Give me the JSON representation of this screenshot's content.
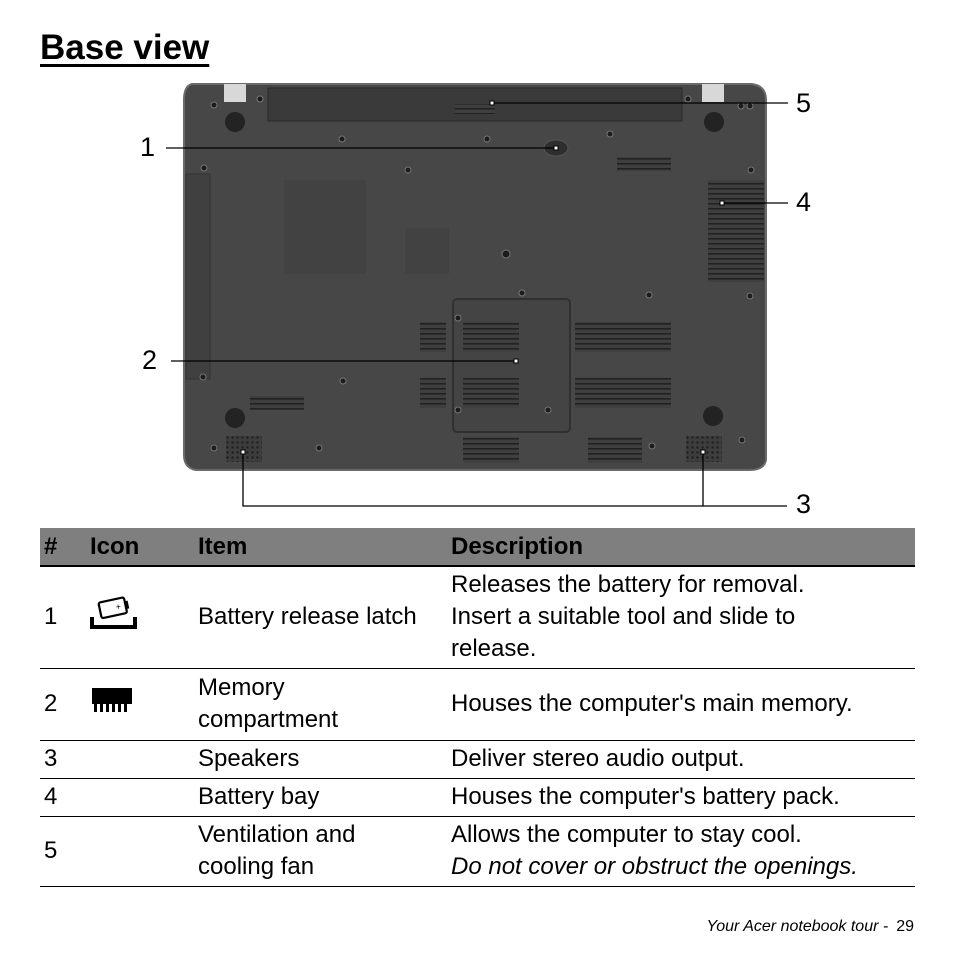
{
  "page": {
    "title": "Base view",
    "footer_text": "Your Acer notebook tour -",
    "page_number": "29"
  },
  "figure": {
    "callouts": [
      "1",
      "2",
      "3",
      "4",
      "5"
    ]
  },
  "table": {
    "headers": [
      "#",
      "Icon",
      "Item",
      "Description"
    ],
    "rows": [
      {
        "num": "1",
        "icon": "battery-release-icon",
        "item": "Battery release latch",
        "desc": [
          "Releases the battery for removal.",
          "Insert a suitable tool and slide to",
          "release."
        ]
      },
      {
        "num": "2",
        "icon": "memory-module-icon",
        "item": "Memory compartment",
        "desc": [
          "Houses the computer's main memory."
        ]
      },
      {
        "num": "3",
        "icon": "",
        "item": "Speakers",
        "desc": [
          "Deliver stereo audio output."
        ]
      },
      {
        "num": "4",
        "icon": "",
        "item": "Battery bay",
        "desc": [
          "Houses the computer's battery pack."
        ]
      },
      {
        "num": "5",
        "icon": "",
        "item": "Ventilation and cooling fan",
        "desc": [
          "Allows the computer to stay cool."
        ],
        "note": "Do not cover or obstruct the openings."
      }
    ]
  }
}
